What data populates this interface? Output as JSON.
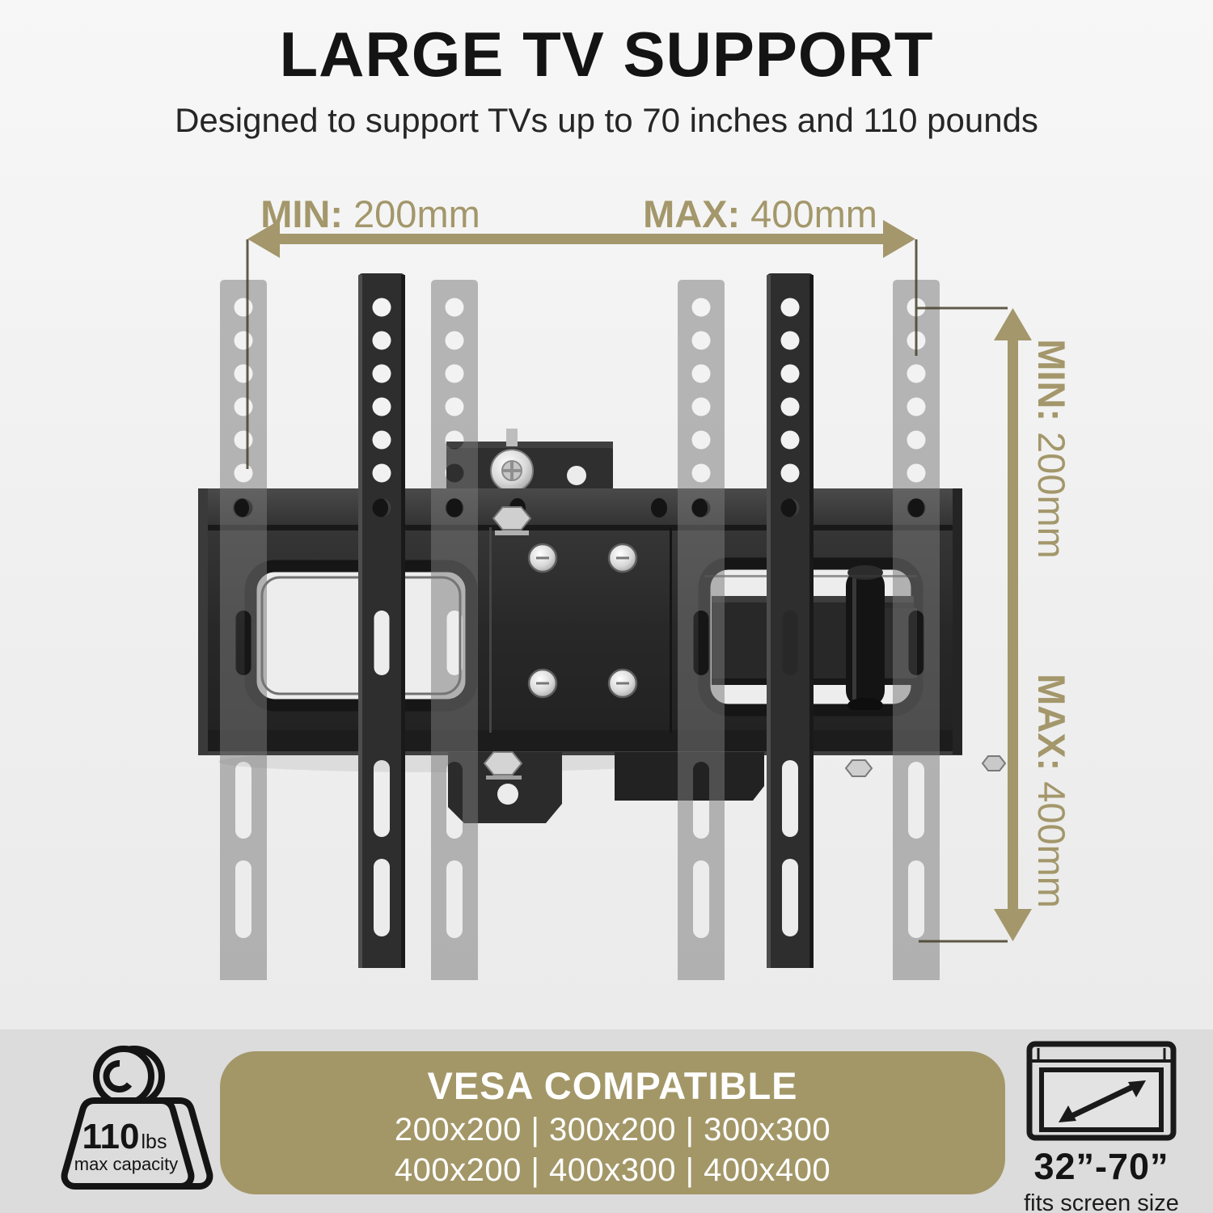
{
  "header": {
    "title": "LARGE TV SUPPORT",
    "subtitle": "Designed to support TVs up to 70 inches and 110 pounds"
  },
  "dimensions": {
    "horizontal": {
      "min_label": "MIN:",
      "min_value": "200mm",
      "max_label": "MAX:",
      "max_value": "400mm"
    },
    "vertical": {
      "min_label": "MIN:",
      "min_value": "200mm",
      "max_label": "MAX:",
      "max_value": "400mm"
    }
  },
  "badges": {
    "weight": {
      "value": "110",
      "unit": "lbs",
      "caption": "max capacity"
    },
    "vesa": {
      "title": "VESA COMPATIBLE",
      "line1": "200x200 | 300x200 | 300x300",
      "line2": "400x200 | 400x300 | 400x400"
    },
    "screen": {
      "range": "32”-70”",
      "caption": "fits screen size"
    }
  },
  "colors": {
    "accent_gold": "#a3976b",
    "banner_gold": "#a39768",
    "mount_black": "#2b2b2b",
    "ghost_gray": "#7b7b7b",
    "band_gray": "#dcdcdc",
    "background": "#efefef"
  }
}
